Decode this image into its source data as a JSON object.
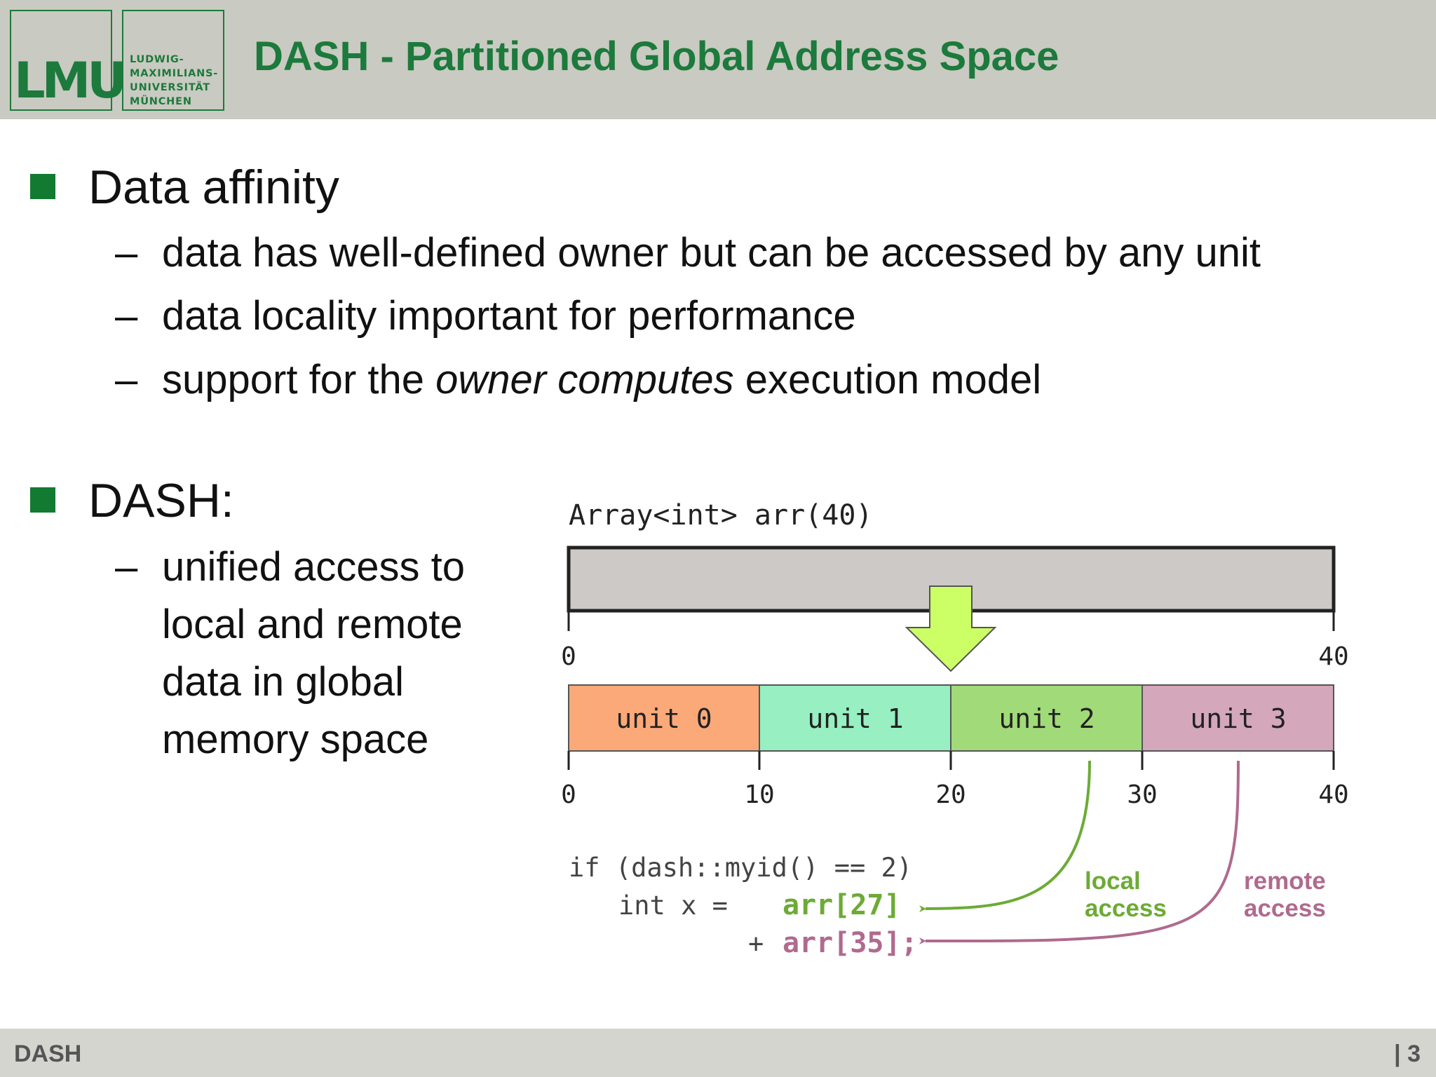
{
  "header": {
    "logo_mark": "LMU",
    "logo_lines": [
      "LUDWIG-",
      "MAXIMILIANS-",
      "UNIVERSITÄT",
      "MÜNCHEN"
    ],
    "title": "DASH - Partitioned Global Address Space",
    "brand_color": "#1c7a3c"
  },
  "content": {
    "bullet1": {
      "heading": "Data affinity",
      "subs": [
        "data has well-defined owner but can be accessed by any unit",
        "data locality important for performance"
      ],
      "sub3": {
        "before": "support for the ",
        "emph": "owner computes",
        "after": " execution model"
      }
    },
    "bullet2": {
      "heading": "DASH:",
      "sub_lines": [
        "unified access to",
        "local and remote",
        "data in global",
        "memory space"
      ]
    }
  },
  "diagram": {
    "array_label": "Array<int> arr(40)",
    "top_ticks": [
      "0",
      "40"
    ],
    "units": [
      {
        "label": "unit 0",
        "color": "#fba979"
      },
      {
        "label": "unit 1",
        "color": "#97efc2"
      },
      {
        "label": "unit 2",
        "color": "#a1da78"
      },
      {
        "label": "unit 3",
        "color": "#d4a7ba"
      }
    ],
    "bottom_ticks": [
      "0",
      "10",
      "20",
      "30",
      "40"
    ],
    "code": {
      "line1": "if (dash::myid() == 2)",
      "line2_prefix": "int x =",
      "local_ref": "arr[27]",
      "line3_prefix": "+ ",
      "remote_ref": "arr[35];"
    },
    "local_label": [
      "local",
      "access"
    ],
    "remote_label": [
      "remote",
      "access"
    ],
    "local_color": "#6cab35",
    "remote_color": "#b06a8e",
    "arrow_color": "#ccff66"
  },
  "footer": {
    "left": "DASH",
    "right": "| 3"
  }
}
